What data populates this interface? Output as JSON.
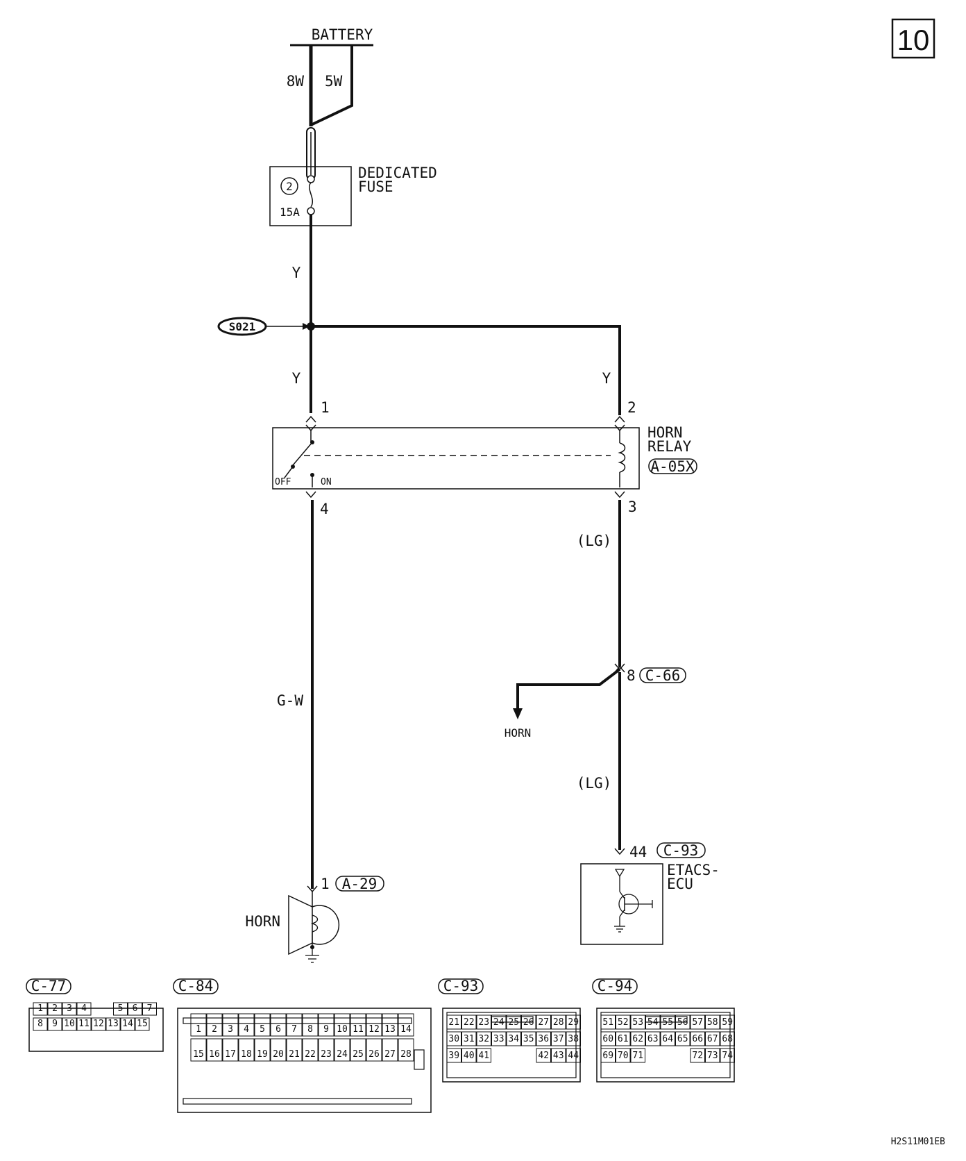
{
  "page_number": "10",
  "battery": {
    "label": "BATTERY",
    "wire_left": "8W",
    "wire_right": "5W"
  },
  "fuse": {
    "number": "2",
    "rating": "15A",
    "label_line1": "DEDICATED",
    "label_line2": "FUSE"
  },
  "wires": {
    "fuse_out": "Y",
    "splice_down": "Y",
    "splice_right": "Y",
    "relay_to_horn": "G-W",
    "relay_to_c66": "(LG)",
    "c66_to_ecu": "(LG)"
  },
  "splice": {
    "id": "S021"
  },
  "relay": {
    "label_line1": "HORN",
    "label_line2": "RELAY",
    "connector": "A-05X",
    "switch_off": "OFF",
    "switch_on": "ON",
    "pins": {
      "p1": "1",
      "p2": "2",
      "p3": "3",
      "p4": "4"
    }
  },
  "c66": {
    "pin": "8",
    "connector": "C-66",
    "branch_label": "HORN"
  },
  "ecu": {
    "pin": "44",
    "connector": "C-93",
    "label_line1": "ETACS-",
    "label_line2": "ECU"
  },
  "horn": {
    "pin": "1",
    "connector": "A-29",
    "label": "HORN"
  },
  "connector_views": [
    {
      "id": "C-77",
      "rows": [
        [
          "1",
          "2",
          "3",
          "4",
          "5",
          "6",
          "7"
        ],
        [
          "8",
          "9",
          "10",
          "11",
          "12",
          "13",
          "14",
          "15"
        ]
      ]
    },
    {
      "id": "C-84",
      "rows": [
        [
          "1",
          "2",
          "3",
          "4",
          "5",
          "6",
          "7",
          "8",
          "9",
          "10",
          "11",
          "12",
          "13",
          "14"
        ],
        [
          "15",
          "16",
          "17",
          "18",
          "19",
          "20",
          "21",
          "22",
          "23",
          "24",
          "25",
          "26",
          "27",
          "28"
        ]
      ]
    },
    {
      "id": "C-93",
      "rows": [
        [
          "21",
          "22",
          "23",
          "24",
          "25",
          "26",
          "27",
          "28",
          "29"
        ],
        [
          "30",
          "31",
          "32",
          "33",
          "34",
          "35",
          "36",
          "37",
          "38"
        ],
        [
          "39",
          "40",
          "41",
          "42",
          "43",
          "44"
        ]
      ]
    },
    {
      "id": "C-94",
      "rows": [
        [
          "51",
          "52",
          "53",
          "54",
          "55",
          "56",
          "57",
          "58",
          "59"
        ],
        [
          "60",
          "61",
          "62",
          "63",
          "64",
          "65",
          "66",
          "67",
          "68"
        ],
        [
          "69",
          "70",
          "71",
          "72",
          "73",
          "74"
        ]
      ]
    }
  ],
  "drawing_code": "H2S11M01EB"
}
